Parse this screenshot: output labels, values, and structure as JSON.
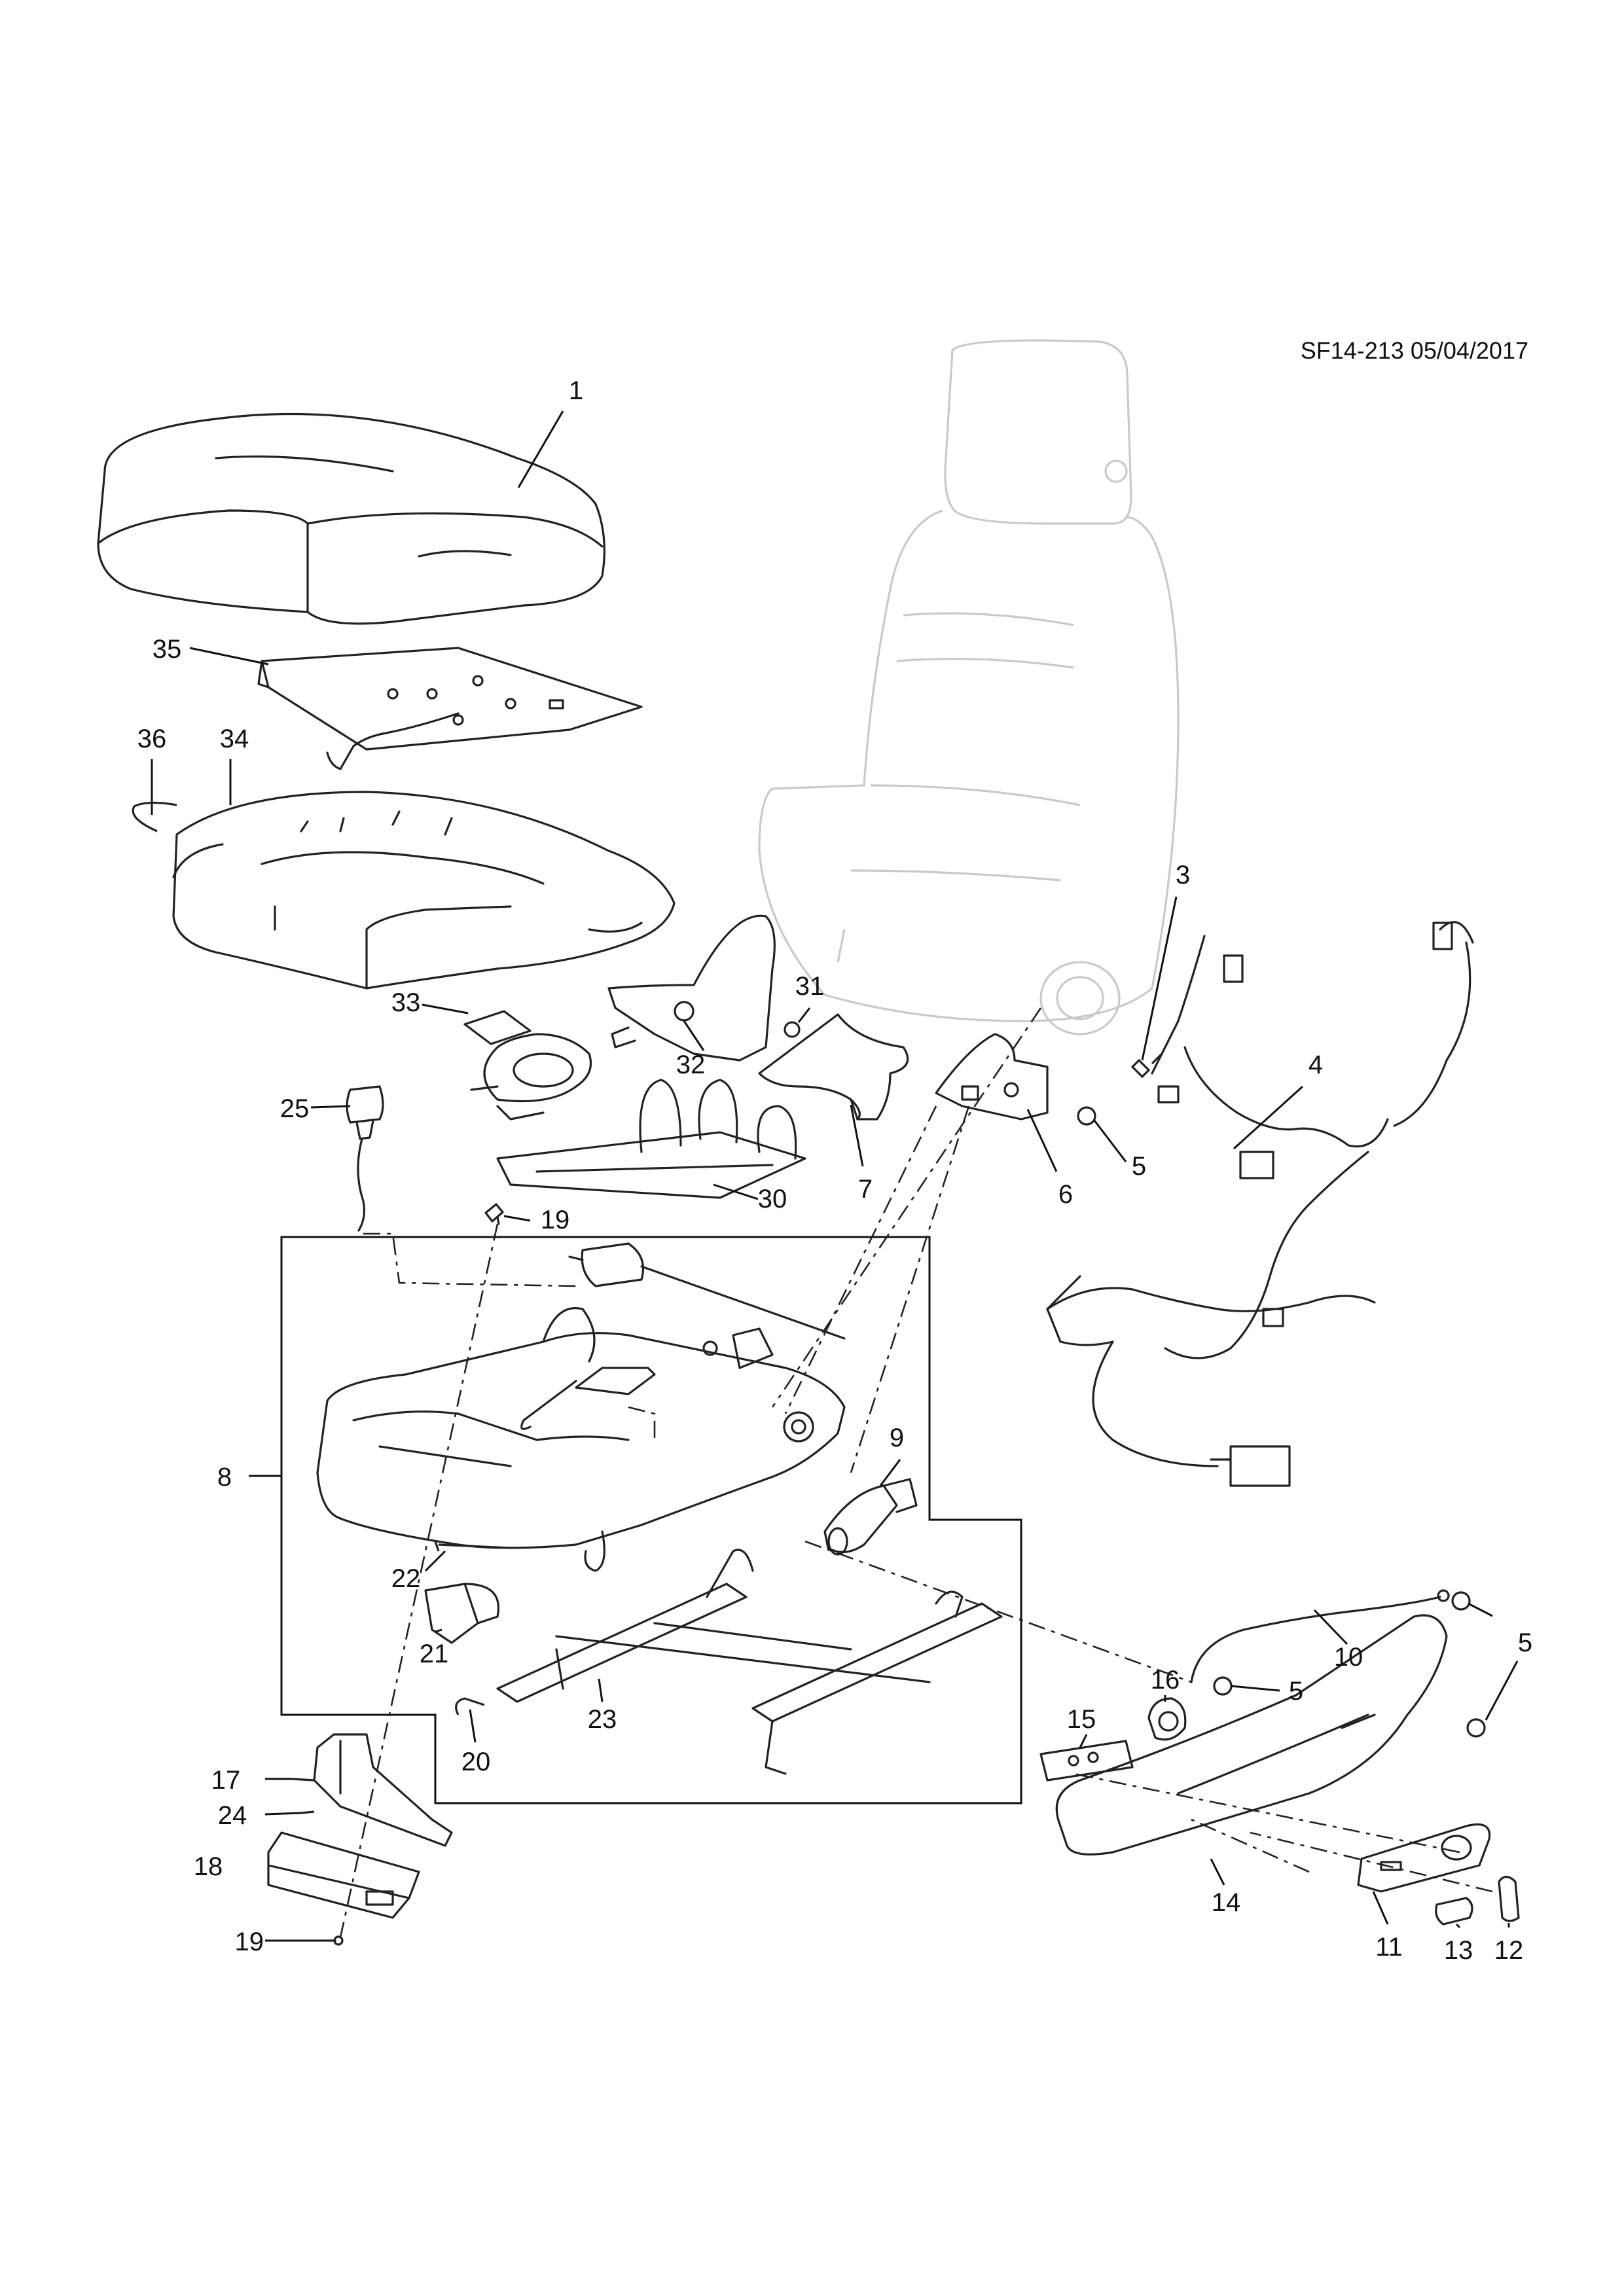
{
  "reference": "SF14-213 05/04/2017",
  "callouts": [
    {
      "id": "c1",
      "text": "1"
    },
    {
      "id": "c3",
      "text": "3"
    },
    {
      "id": "c4",
      "text": "4"
    },
    {
      "id": "c5a",
      "text": "5"
    },
    {
      "id": "c5b",
      "text": "5"
    },
    {
      "id": "c5c",
      "text": "5"
    },
    {
      "id": "c6",
      "text": "6"
    },
    {
      "id": "c7",
      "text": "7"
    },
    {
      "id": "c8",
      "text": "8"
    },
    {
      "id": "c9",
      "text": "9"
    },
    {
      "id": "c10",
      "text": "10"
    },
    {
      "id": "c11",
      "text": "11"
    },
    {
      "id": "c12",
      "text": "12"
    },
    {
      "id": "c13",
      "text": "13"
    },
    {
      "id": "c14",
      "text": "14"
    },
    {
      "id": "c15",
      "text": "15"
    },
    {
      "id": "c16",
      "text": "16"
    },
    {
      "id": "c17",
      "text": "17"
    },
    {
      "id": "c18",
      "text": "18"
    },
    {
      "id": "c19a",
      "text": "19"
    },
    {
      "id": "c19b",
      "text": "19"
    },
    {
      "id": "c20",
      "text": "20"
    },
    {
      "id": "c21",
      "text": "21"
    },
    {
      "id": "c22",
      "text": "22"
    },
    {
      "id": "c23",
      "text": "23"
    },
    {
      "id": "c24",
      "text": "24"
    },
    {
      "id": "c25",
      "text": "25"
    },
    {
      "id": "c30",
      "text": "30"
    },
    {
      "id": "c31",
      "text": "31"
    },
    {
      "id": "c32",
      "text": "32"
    },
    {
      "id": "c33",
      "text": "33"
    },
    {
      "id": "c34",
      "text": "34"
    },
    {
      "id": "c35",
      "text": "35"
    },
    {
      "id": "c36",
      "text": "36"
    }
  ]
}
